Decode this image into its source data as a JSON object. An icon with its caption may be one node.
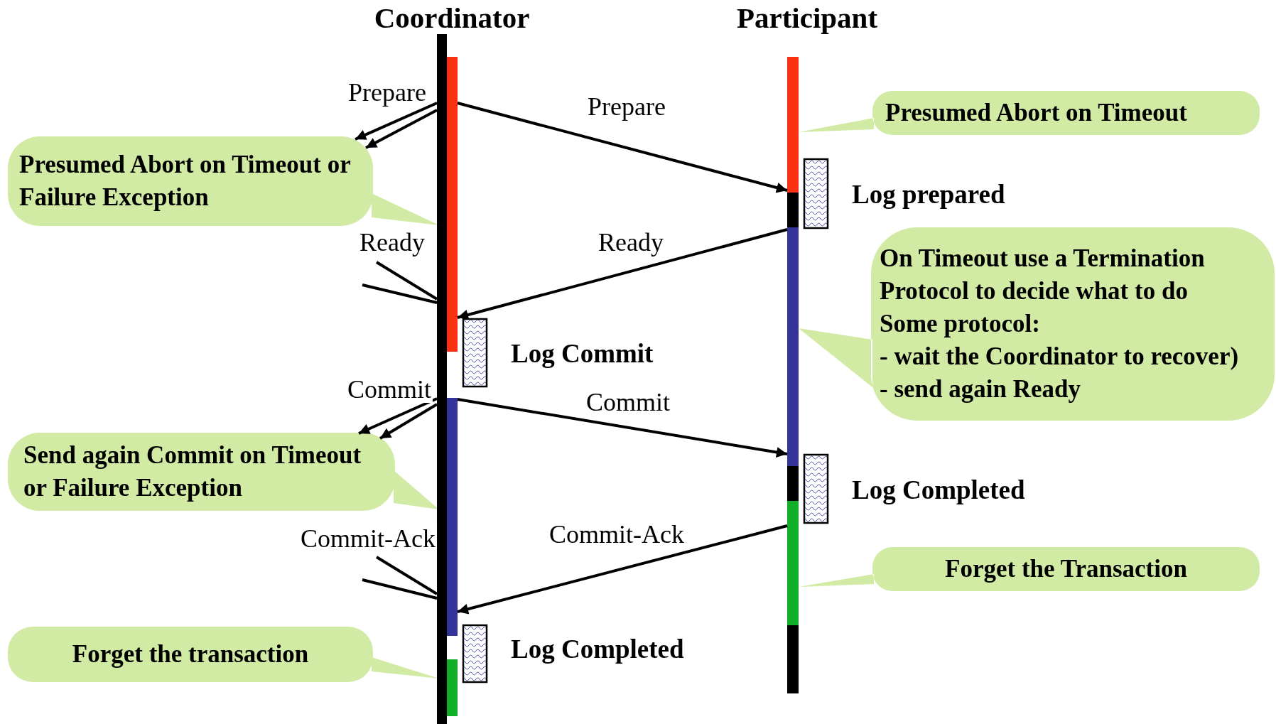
{
  "diagram": {
    "nodes": [
      {
        "text": [
          "Coordinator"
        ]
      },
      {
        "text": [
          "Participant"
        ]
      },
      {
        "text": [],
        "shape": "bar"
      },
      {
        "text": [],
        "shape": "bar"
      },
      {
        "text": [],
        "shape": "bar"
      },
      {
        "text": [],
        "shape": "bar",
        "in": 1
      },
      {
        "text": [],
        "shape": "bar",
        "in": 1
      },
      {
        "text": [],
        "shape": "bar",
        "in": 1
      },
      {
        "text": [
          "Presumed Abort on Timeout"
        ]
      },
      {
        "text": [
          "Presumed Abort on Timeout or Failure Exception"
        ]
      },
      {
        "text": [
          "On Timeout use a Termination Protocol to decide what to do",
          "Some protocol:",
          "- wait the Coordinator to recover)",
          "- send again Ready"
        ]
      },
      {
        "text": [
          "Send again Commit on Timeout or Failure Exception"
        ]
      },
      {
        "text": [
          "Forget the Transaction"
        ]
      },
      {
        "text": [
          "Forget the transaction"
        ]
      }
    ],
    "edges": [
      {
        "from": 2,
        "to": 5,
        "arrow": "to",
        "label": "Prepare"
      },
      {
        "from": 6,
        "to": 2,
        "arrow": "to",
        "label": "Ready"
      },
      {
        "from": 3,
        "to": 6,
        "arrow": "to",
        "label": "Commit"
      },
      {
        "from": 7,
        "to": 3,
        "arrow": "to",
        "label": "Commit-Ack"
      },
      {
        "from": 0,
        "to": 9,
        "arrow": "to",
        "label": "Prepare"
      },
      {
        "from": 0,
        "to": 9,
        "arrow": "to"
      },
      {
        "from": null,
        "to": 0,
        "arrow": "none"
      },
      {
        "from": null,
        "to": 0,
        "arrow": "none",
        "label": "Ready"
      },
      {
        "from": 0,
        "to": 11,
        "arrow": "to",
        "label": "Commit"
      },
      {
        "from": 0,
        "to": 11,
        "arrow": "to"
      },
      {
        "from": null,
        "to": 0,
        "arrow": "none"
      },
      {
        "from": null,
        "to": 0,
        "arrow": "none",
        "label": "Commit-Ack"
      }
    ],
    "labels": [
      "Log prepared",
      "Log Commit",
      "Log Completed",
      "Log Completed"
    ]
  }
}
